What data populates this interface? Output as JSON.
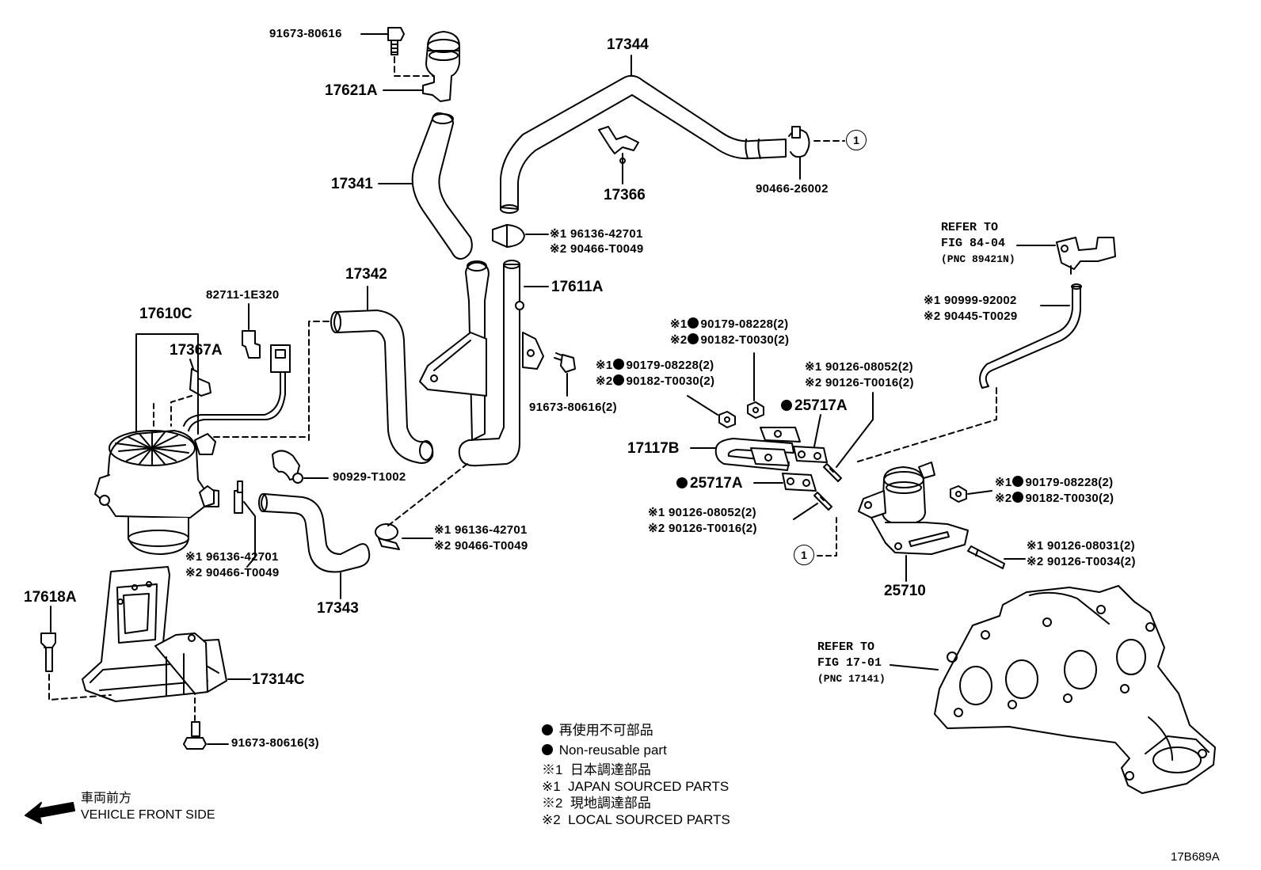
{
  "diagram": {
    "figure_code": "17B689A",
    "labels": {
      "p91673_80616_top": "91673-80616",
      "p17621A": "17621A",
      "p17344": "17344",
      "p17341": "17341",
      "p17366": "17366",
      "p90466_26002": "90466-26002",
      "ref_circle_1": "1",
      "clamp_mid_1": "※1 96136-42701",
      "clamp_mid_2": "※2 90466-T0049",
      "refer_84_1": "REFER TO",
      "refer_84_2": "FIG 84-04",
      "refer_84_3": "(PNC 89421N)",
      "p17342": "17342",
      "p17611A": "17611A",
      "p82711": "82711-1E320",
      "p17610C": "17610C",
      "p17367A": "17367A",
      "nut_a_1": "※1",
      "nut_a_1b": "90179-08228(2)",
      "nut_a_2": "※2",
      "nut_a_2b": "90182-T0030(2)",
      "nut_b_1": "※1",
      "nut_b_1b": "90179-08228(2)",
      "nut_b_2": "※2",
      "nut_b_2b": "90182-T0030(2)",
      "hose_v_1": "※1 90999-92002",
      "hose_v_2": "※2 90445-T0029",
      "stud_a_1": "※1 90126-08052(2)",
      "stud_a_2": "※2 90126-T0016(2)",
      "p91673_80616_2": "91673-80616(2)",
      "p25717A_top": "25717A",
      "p17117B": "17117B",
      "p25717A_low": "25717A",
      "p90929": "90929-T1002",
      "stud_b_1": "※1 90126-08052(2)",
      "stud_b_2": "※2 90126-T0016(2)",
      "nut_c_1": "※1",
      "nut_c_1b": "90179-08228(2)",
      "nut_c_2": "※2",
      "nut_c_2b": "90182-T0030(2)",
      "clamp_low_1": "※1 96136-42701",
      "clamp_low_2": "※2 90466-T0049",
      "clamp_left_1": "※1 96136-42701",
      "clamp_left_2": "※2 90466-T0049",
      "stud_c_1": "※1 90126-08031(2)",
      "stud_c_2": "※2 90126-T0034(2)",
      "p25710": "25710",
      "p17618A": "17618A",
      "p17343": "17343",
      "refer_17_1": "REFER TO",
      "refer_17_2": "FIG 17-01",
      "refer_17_3": "(PNC 17141)",
      "p17314C": "17314C",
      "p91673_80616_3": "91673-80616(3)"
    },
    "legend": {
      "nonreuse_jp": "再使用不可部品",
      "nonreuse_en": "Non-reusable part",
      "japan_mark": "※1",
      "japan_jp": "日本調達部品",
      "japan_mark_2": "※1",
      "japan_en": "JAPAN SOURCED PARTS",
      "local_mark": "※2",
      "local_jp": "現地調達部品",
      "local_mark_2": "※2",
      "local_en": "LOCAL SOURCED PARTS"
    },
    "direction": {
      "jp": "車両前方",
      "en": "VEHICLE FRONT SIDE"
    }
  }
}
